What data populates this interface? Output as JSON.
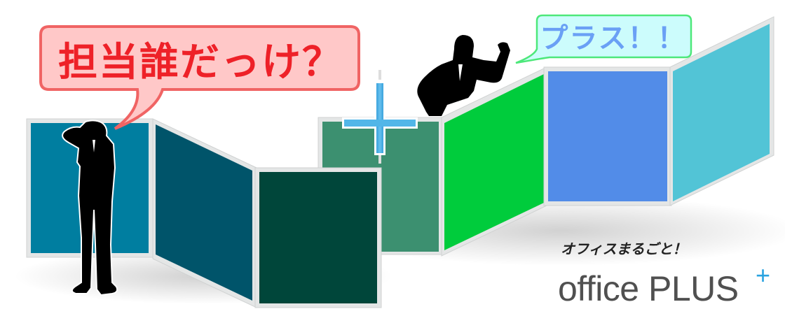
{
  "speech_bubbles": {
    "confused": {
      "text": "担当誰だっけ？",
      "fill": "#ffc8c8",
      "border": "#f06464",
      "text_color": "#ee2128"
    },
    "excited": {
      "text": "プラス！！",
      "fill": "#ccfcfc",
      "border": "#4de87a",
      "text_color": "#6aa0f5"
    }
  },
  "panels": [
    {
      "name": "panel-teal-blue",
      "color": "#007ea0"
    },
    {
      "name": "panel-dark-teal",
      "color": "#00546a"
    },
    {
      "name": "panel-dark-green",
      "color": "#00463a"
    },
    {
      "name": "panel-sea-green",
      "color": "#3c9070"
    },
    {
      "name": "panel-bright-green",
      "color": "#00cc3c"
    },
    {
      "name": "panel-blue",
      "color": "#528ce8"
    },
    {
      "name": "panel-cyan",
      "color": "#52c4d6"
    }
  ],
  "plus_mark": {
    "color": "#48aee4"
  },
  "logo": {
    "tagline": "オフィスまるごと！",
    "brand": "office PLUS",
    "plus_glyph": "+",
    "brand_color": "#505050",
    "accent_color": "#2aa3e0"
  }
}
